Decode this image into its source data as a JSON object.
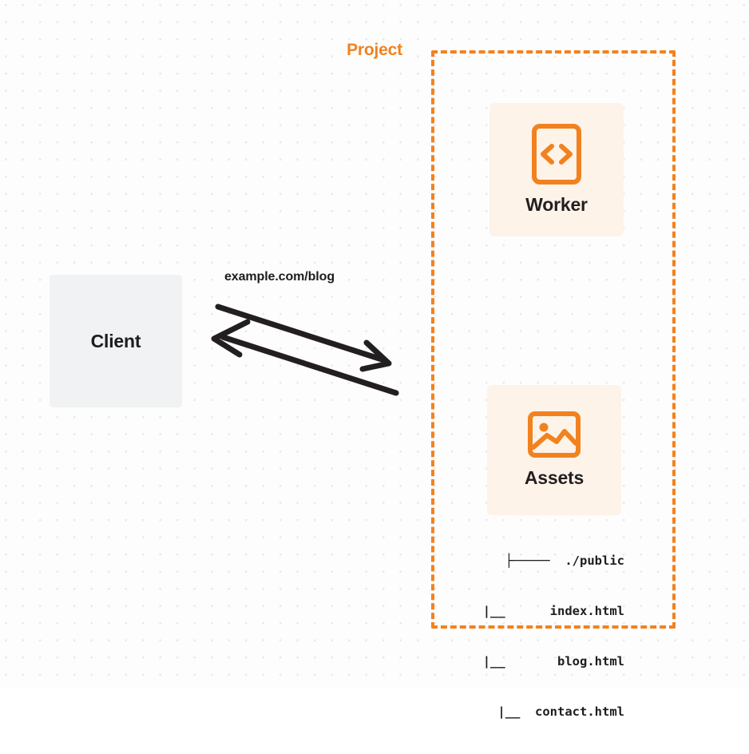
{
  "diagram": {
    "title": "Worker and Assets project request flow",
    "background": {
      "color": "#fdfdfd",
      "dot_color": "#e9e9ea"
    },
    "colors": {
      "accent_orange": "#f2821f",
      "node_fill": "#fdf3e9",
      "client_fill": "#f1f2f4",
      "text_dark": "#1d1d1f",
      "arrow": "#231f20"
    }
  },
  "client": {
    "label": "Client",
    "icon": "client-box"
  },
  "project": {
    "label": "Project",
    "border_style": "dashed",
    "border_color": "#f2821f"
  },
  "nodes": [
    {
      "id": "worker",
      "label": "Worker",
      "icon": "code-file-icon"
    },
    {
      "id": "assets",
      "label": "Assets",
      "icon": "image-icon"
    }
  ],
  "edge": {
    "label": "example.com/blog",
    "direction": "bidirectional"
  },
  "file_tree": {
    "lines": [
      "├─────  ./public",
      "|__      index.html",
      "|__       blog.html",
      "|__  contact.html"
    ]
  }
}
